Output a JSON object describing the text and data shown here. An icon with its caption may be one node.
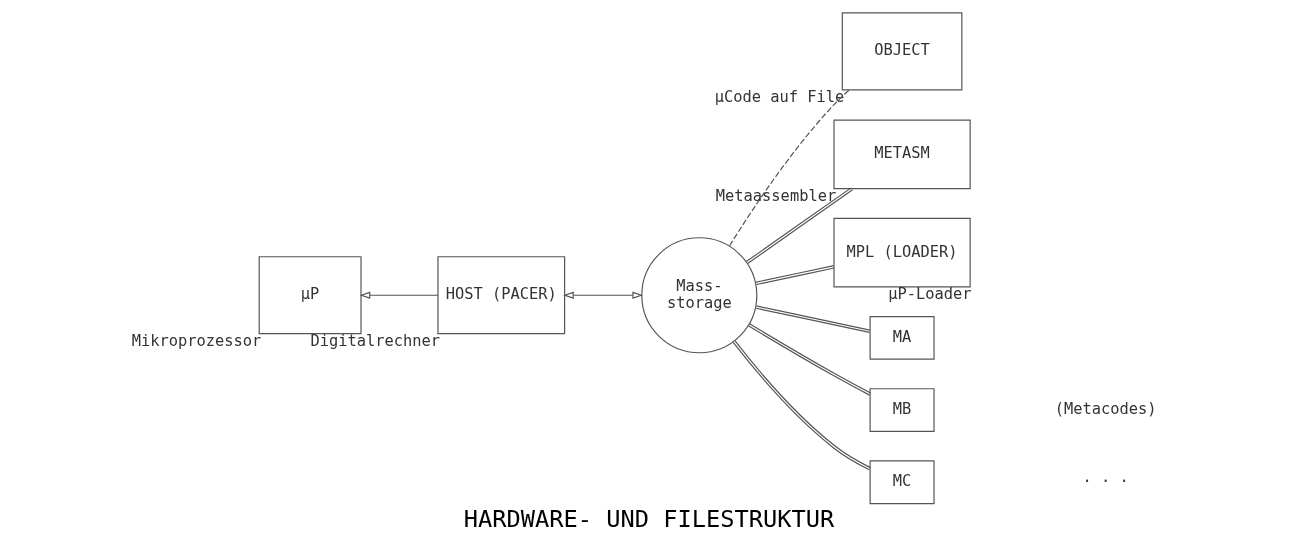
{
  "diagram": {
    "title": "HARDWARE- UND FILESTRUKTUR",
    "nodes": [
      {
        "text": [
          "OBJECT"
        ],
        "beside": [
          "µCode auf File"
        ]
      },
      {
        "text": [
          "µP"
        ],
        "beside": [
          "Mikroprozessor"
        ]
      },
      {
        "text": [
          "HOST (PACER)"
        ],
        "beside": [
          "Digitalrechner"
        ]
      },
      {
        "text": [
          "Mass- storage"
        ]
      },
      {
        "text": [
          "METASM"
        ],
        "beside": [
          "Metaassembler"
        ]
      },
      {
        "text": [
          "MPL (LOADER)"
        ],
        "beside": [
          "µP-Loader"
        ]
      },
      {
        "text": [
          "MA"
        ]
      },
      {
        "text": [
          "MB"
        ]
      },
      {
        "text": [
          "MC"
        ]
      }
    ],
    "edges": [
      {
        "from": 2,
        "to": 1,
        "arrow": "to"
      },
      {
        "from": 2,
        "to": 3,
        "arrow": "both"
      },
      {
        "from": 3,
        "to": 0,
        "arrow": "none",
        "style": "dashed"
      },
      {
        "from": 3,
        "to": 4,
        "arrow": "none"
      },
      {
        "from": 3,
        "to": 5,
        "arrow": "none"
      },
      {
        "from": 3,
        "to": 6,
        "arrow": "none"
      },
      {
        "from": 3,
        "to": 7,
        "arrow": "none"
      },
      {
        "from": 3,
        "to": 8,
        "arrow": "none"
      }
    ],
    "labels": [
      "· · ·",
      "(Metacodes)"
    ]
  }
}
